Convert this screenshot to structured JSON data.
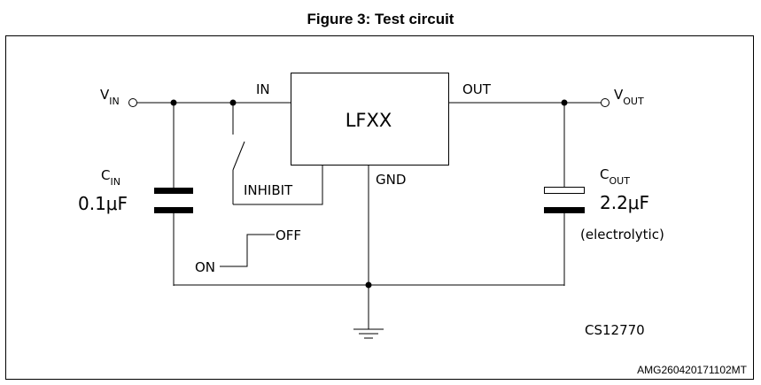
{
  "figure": {
    "title": "Figure 3: Test circuit",
    "watermark": "AMG260420171102MT",
    "drawing_code": "CS12770"
  },
  "labels": {
    "vin_main": "V",
    "vin_sub": "IN",
    "vout_main": "V",
    "vout_sub": "OUT",
    "pin_in": "IN",
    "pin_out": "OUT",
    "pin_gnd": "GND",
    "pin_inhibit": "INHIBIT",
    "chip": "LFXX",
    "cin_main": "C",
    "cin_sub": "IN",
    "cin_value": "0.1μF",
    "cout_main": "C",
    "cout_sub": "OUT",
    "cout_value": "2.2μF",
    "cout_note": "(electrolytic)",
    "switch_on": "ON",
    "switch_off": "OFF"
  }
}
